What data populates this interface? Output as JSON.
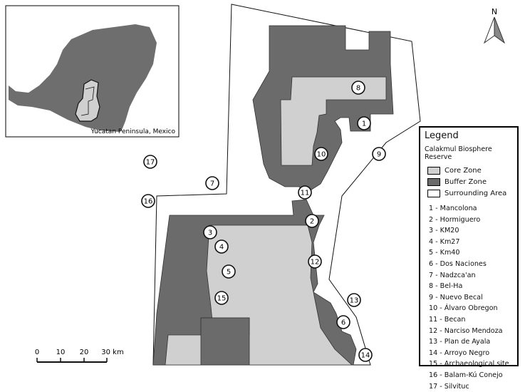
{
  "inset": {
    "label": "Yucatan Peninsula, Mexico"
  },
  "north_arrow": {
    "label": "N",
    "icon": "north-arrow-icon"
  },
  "scale_bar": {
    "ticks": [
      "0",
      "10",
      "20",
      "30 km"
    ]
  },
  "legend": {
    "title": "Legend",
    "subtitle": "Calakmul Biosphere Reserve",
    "zones": [
      {
        "label": "Core Zone",
        "color": "#d0d0d0"
      },
      {
        "label": "Buffer Zone",
        "color": "#6b6b6b"
      },
      {
        "label": "Surrounding Area",
        "color": "#ffffff"
      }
    ],
    "sites": [
      "1 - Mancolona",
      "2 - Hormiguero",
      "3 - KM20",
      "4 - Km27",
      "5 - Km40",
      "6 - Dos Naciones",
      "7 - Nadzca'an",
      "8 - Bel-Ha",
      "9 - Nuevo Becal",
      "10 - Álvaro Obregon",
      "11 - Becan",
      "12 - Narciso Mendoza",
      "13 - Plan de Ayala",
      "14 - Arroyo Negro",
      "15 - Archaeological site",
      "16 - Balam-Kú Conejo",
      "17 - Silvituc"
    ]
  },
  "map_sites": [
    "1",
    "2",
    "3",
    "4",
    "5",
    "6",
    "7",
    "8",
    "9",
    "10",
    "11",
    "12",
    "13",
    "14",
    "15",
    "16",
    "17"
  ],
  "colors": {
    "core": "#d0d0d0",
    "buffer": "#6b6b6b",
    "surrounding": "#ffffff",
    "land": "#6e6e6e"
  }
}
